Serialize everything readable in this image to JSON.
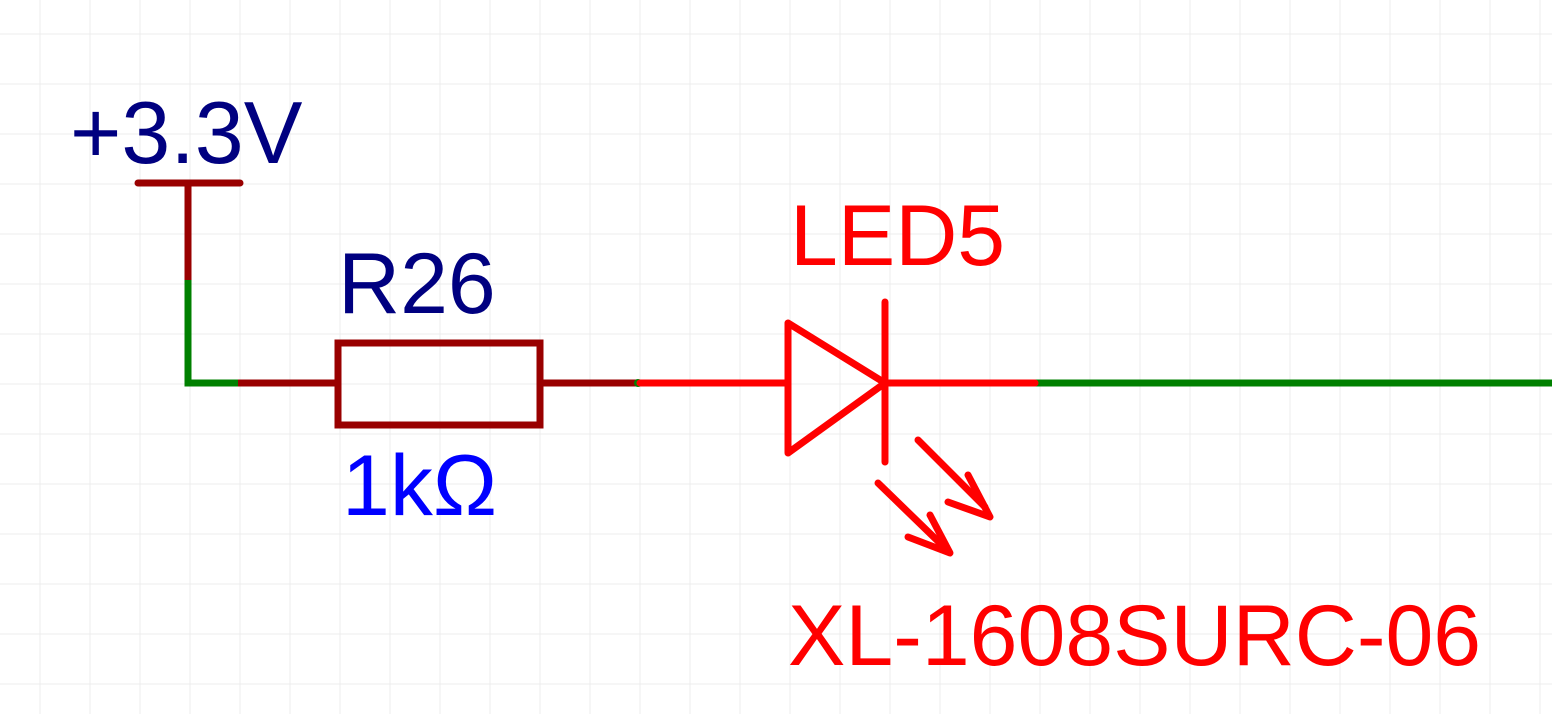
{
  "power": {
    "label": "+3.3V",
    "color": "#000080"
  },
  "resistor": {
    "designator": "R26",
    "value": "1kΩ",
    "designator_color": "#000080",
    "value_color": "#0000ff"
  },
  "led": {
    "designator": "LED5",
    "part": "XL-1608SURC-06",
    "color": "#ff0000"
  },
  "colors": {
    "pin": "#990000",
    "wire": "#008000",
    "grid": "#ececec"
  }
}
